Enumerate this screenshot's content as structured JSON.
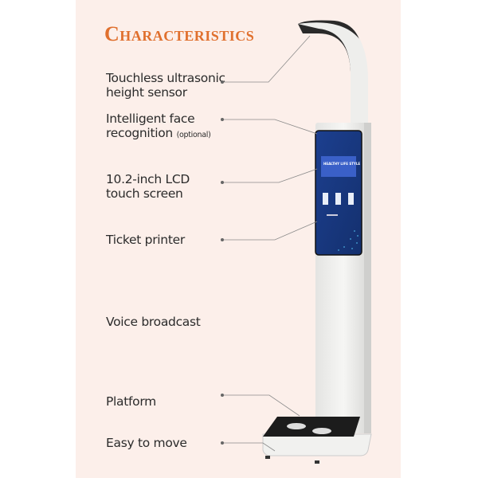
{
  "title": "Characteristics",
  "features": [
    {
      "line1": "Touchless ultrasonic",
      "line2": "height sensor"
    },
    {
      "line1": "Intelligent face",
      "line2": "recognition",
      "note": "(optional)"
    },
    {
      "line1": "10.2-inch LCD",
      "line2": "touch screen"
    },
    {
      "line1": "Ticket printer"
    },
    {
      "line1": "Voice broadcast"
    },
    {
      "line1": "Platform"
    },
    {
      "line1": "Easy to move"
    }
  ],
  "screen": {
    "banner": "HEALTHY LIFE STYLE"
  },
  "colors": {
    "accent": "#e0702e",
    "panel": "#fcefea",
    "screen": "#1c3f8f"
  }
}
